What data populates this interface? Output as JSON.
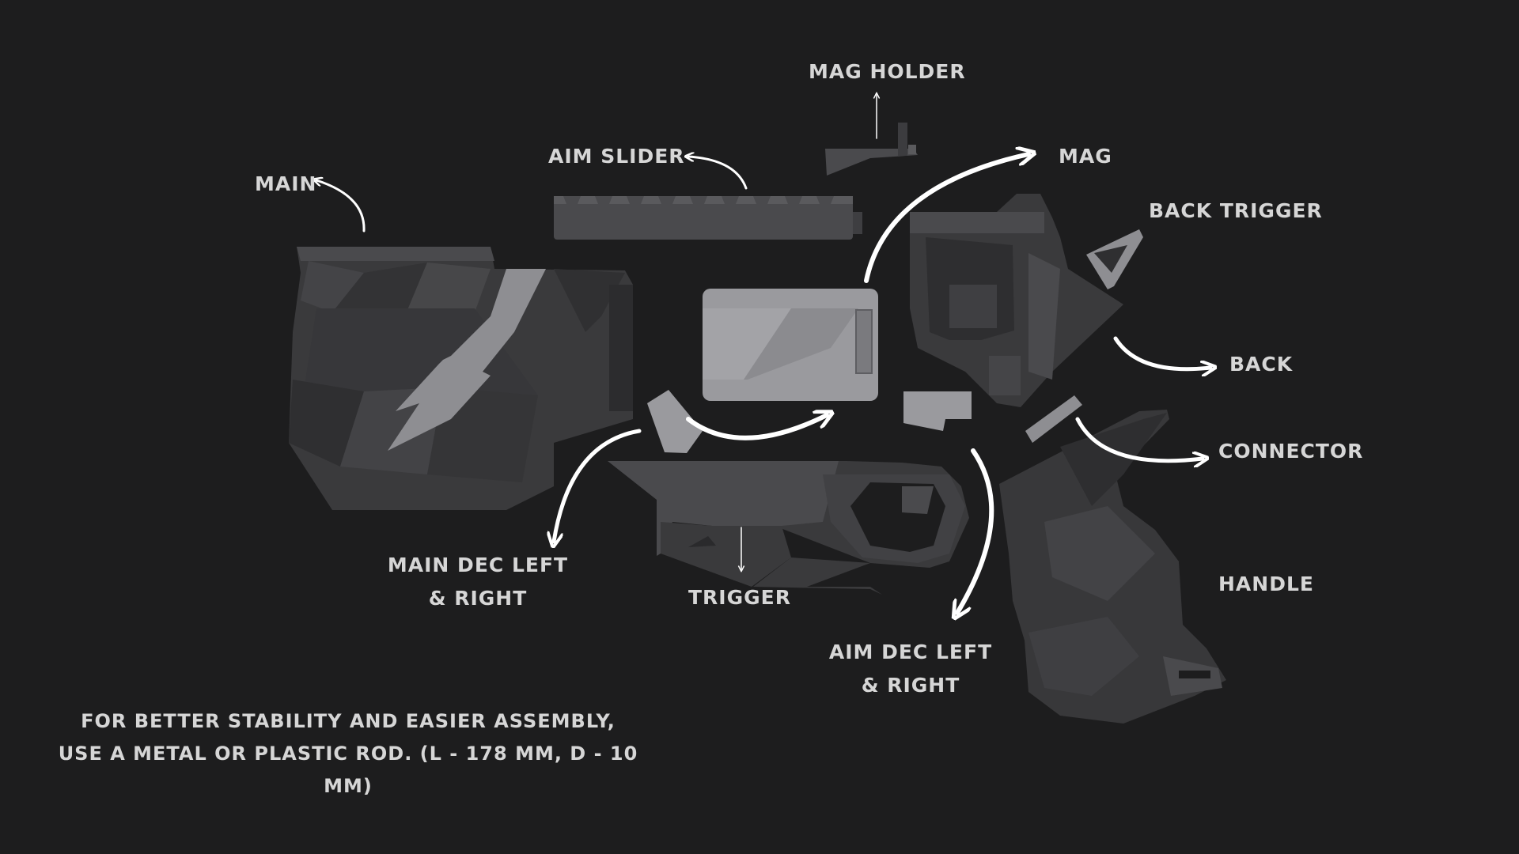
{
  "labels": {
    "mag_holder": "MAG HOLDER",
    "aim_slider": "AIM SLIDER",
    "mag": "MAG",
    "main": "MAIN",
    "back_trigger": "BACK TRIGGER",
    "back": "BACK",
    "connector": "CONNECTOR",
    "handle": "HANDLE",
    "main_dec_line1": "MAIN DEC LEFT",
    "main_dec_line2": "& RIGHT",
    "trigger": "TRIGGER",
    "aim_dec_line1": "AIM DEC LEFT",
    "aim_dec_line2": "& RIGHT"
  },
  "note": {
    "line1": "FOR BETTER STABILITY AND EASIER ASSEMBLY,",
    "line2": "USE A METAL OR PLASTIC ROD. (L - 178 MM, D - 10 MM)"
  },
  "colors": {
    "background": "#1d1d1e",
    "part_dark": "#3a3a3c",
    "part_mid": "#4a4a4d",
    "part_light": "#8e8e92",
    "arrow": "#ffffff",
    "text": "#d6d6d6"
  }
}
